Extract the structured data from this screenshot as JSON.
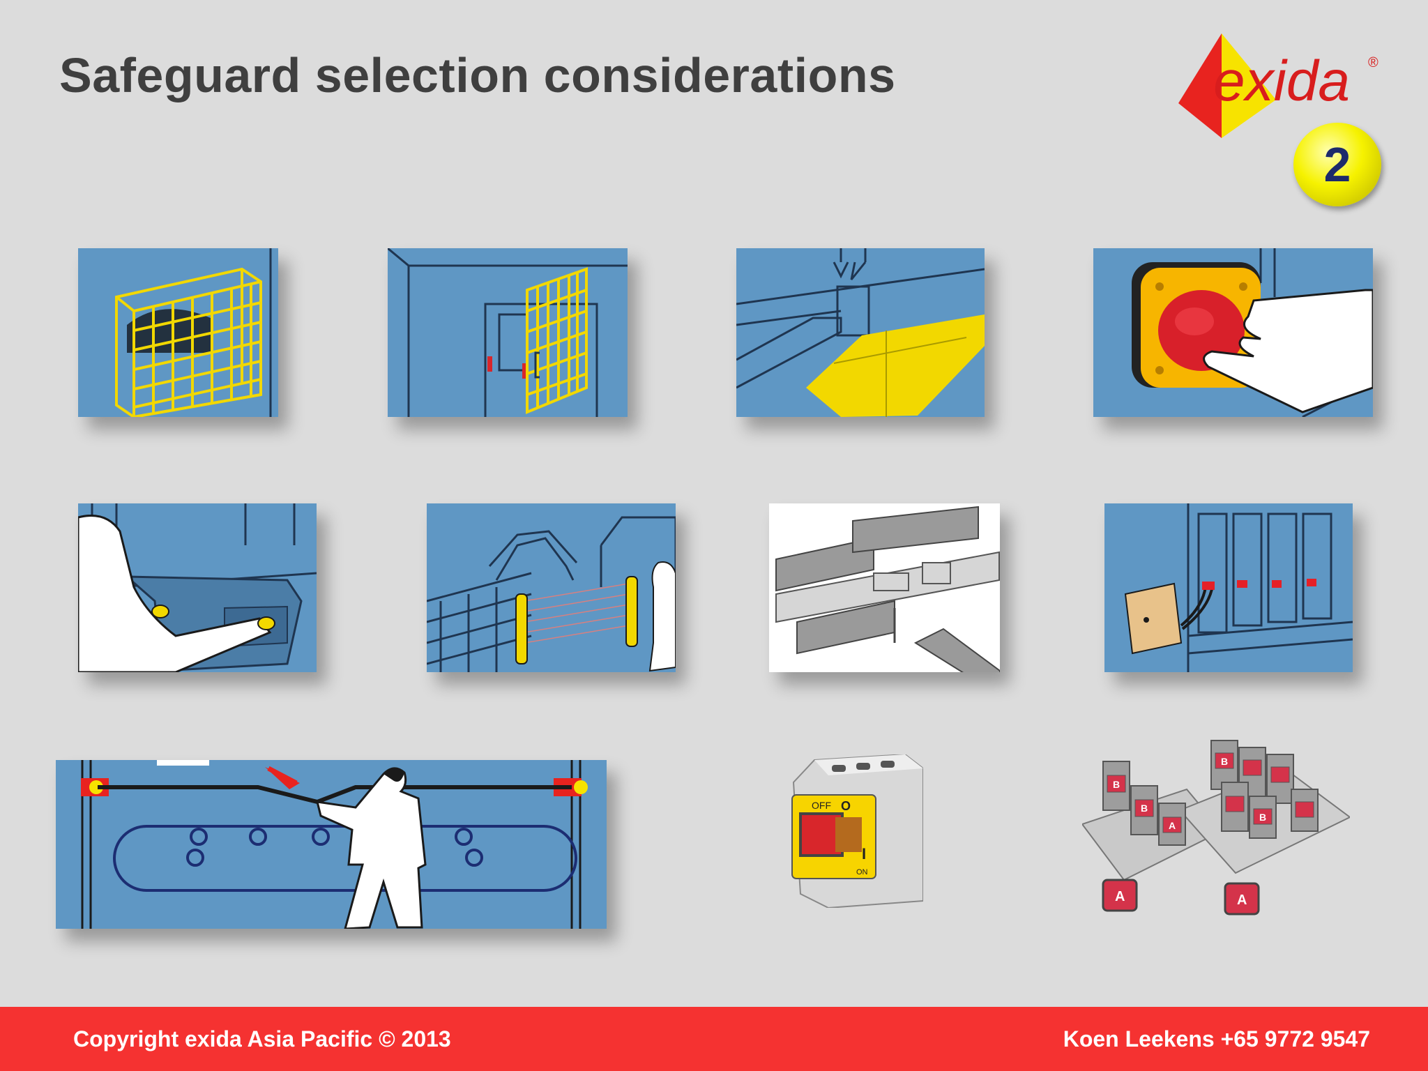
{
  "slide": {
    "title": "Safeguard selection considerations",
    "badge_number": "2"
  },
  "logo": {
    "text": "exida",
    "registered_mark": "®",
    "colors": {
      "red": "#e8231f",
      "yellow": "#f7e300",
      "text": "#d81d1d"
    }
  },
  "illustrations": [
    {
      "icon": "fixed-mesh-guard-icon"
    },
    {
      "icon": "interlocked-guard-door-icon"
    },
    {
      "icon": "pressure-mat-icon"
    },
    {
      "icon": "emergency-stop-button-icon"
    },
    {
      "icon": "two-hand-control-icon"
    },
    {
      "icon": "light-curtain-icon"
    },
    {
      "icon": "tunnel-guard-icon"
    },
    {
      "icon": "trapped-key-interlock-icon"
    },
    {
      "icon": "pull-wire-switch-icon"
    },
    {
      "icon": "isolator-switch-icon"
    },
    {
      "icon": "key-exchange-units-icon"
    }
  ],
  "isolator_switch": {
    "off_label": "OFF",
    "off_mark": "O",
    "on_label": "ON",
    "on_mark": "I"
  },
  "key_exchange": {
    "key_letters": [
      "B",
      "B",
      "A",
      "B",
      "B",
      "A",
      "A"
    ]
  },
  "footer": {
    "copyright": "Copyright exida Asia Pacific © 2013",
    "contact": "Koen Leekens +65 9772 9547"
  },
  "colors": {
    "panel_blue": "#5f97c4",
    "footer_red": "#f53231",
    "guard_yellow": "#f2d800"
  }
}
